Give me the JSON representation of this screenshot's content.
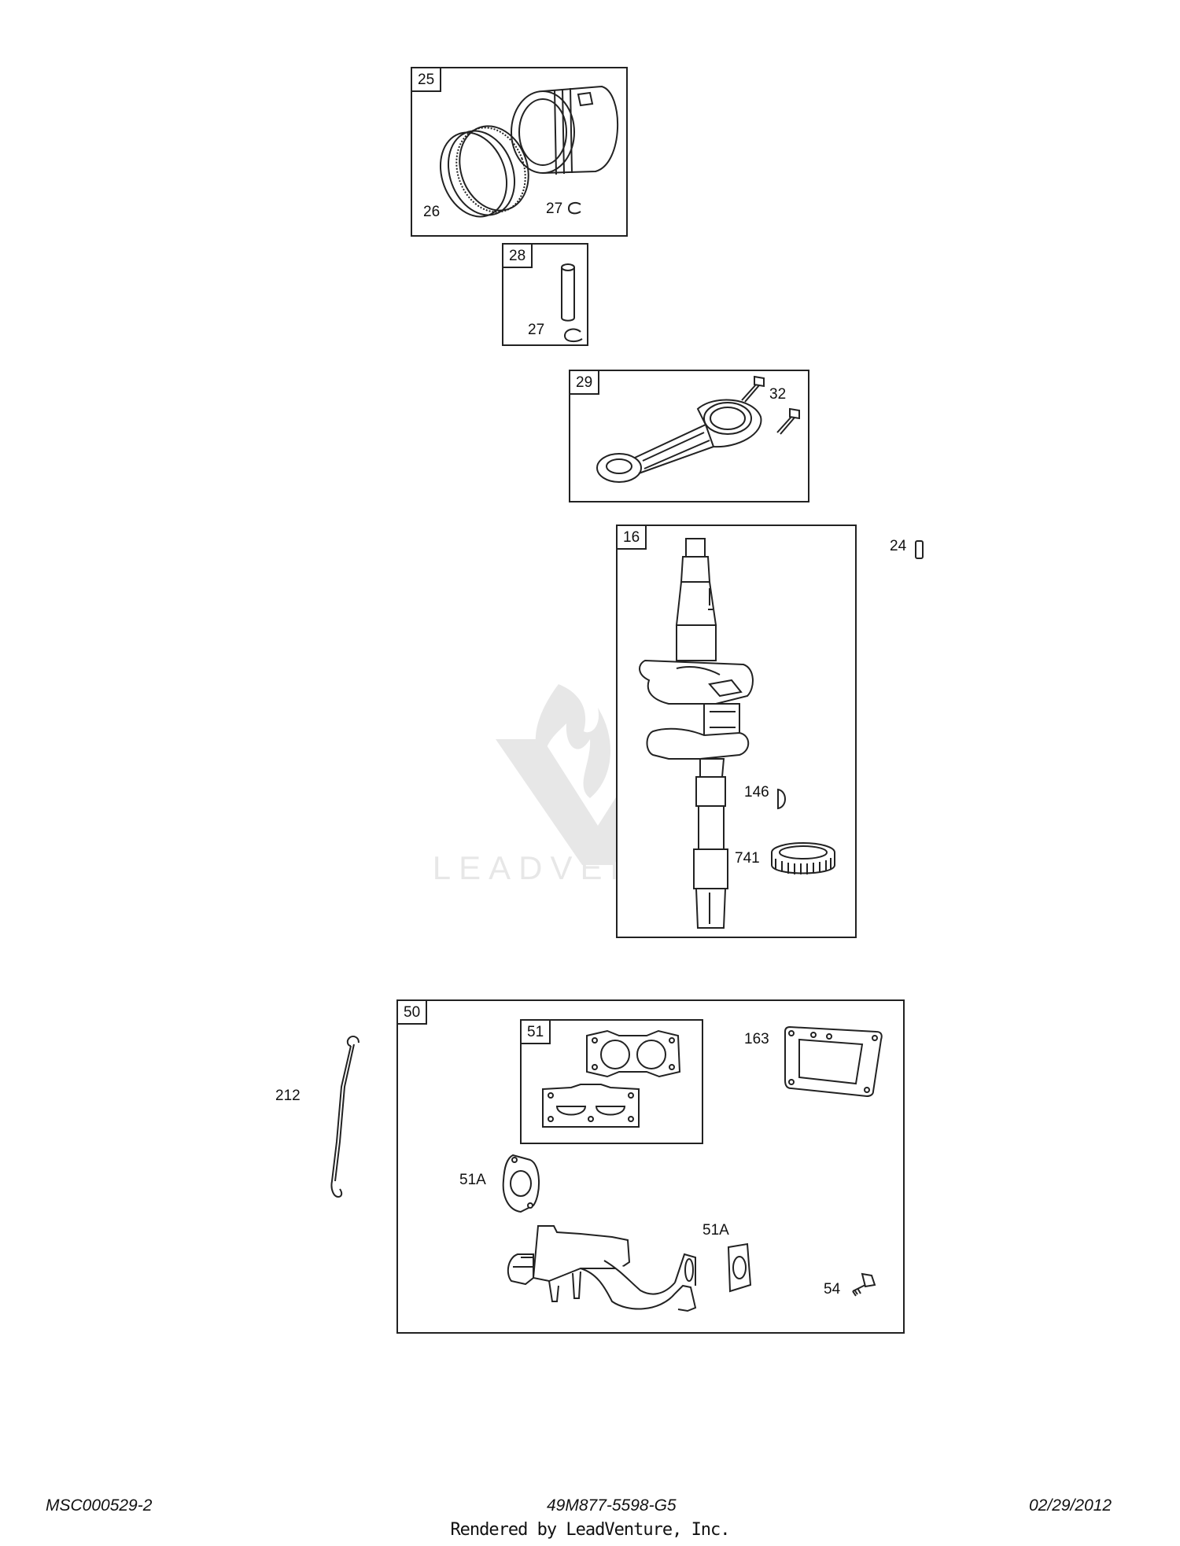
{
  "diagram": {
    "groups": {
      "piston": {
        "ref": "25",
        "callouts": {
          "rings": "26",
          "clip": "27"
        }
      },
      "pin": {
        "ref": "28",
        "callouts": {
          "clip": "27"
        }
      },
      "connecting_rod": {
        "ref": "29",
        "callouts": {
          "bolt": "32"
        }
      },
      "crankshaft": {
        "ref": "16",
        "callouts": {
          "key": "146",
          "gear": "741"
        }
      },
      "gasket_set": {
        "ref": "50",
        "callouts": {
          "head_gasket": "163",
          "intake_gasket_a": "51A",
          "intake_gasket_b": "51A",
          "screw": "54"
        }
      },
      "head_gaskets": {
        "ref": "51"
      }
    },
    "loose_callouts": {
      "dowel": "24",
      "link": "212"
    }
  },
  "watermark": {
    "text": "LEADVENTURE"
  },
  "footer": {
    "left": "MSC000529-2",
    "center": "49M877-5598-G5",
    "right": "02/29/2012",
    "rendered_by": "Rendered by LeadVenture, Inc."
  },
  "colors": {
    "line": "#222222",
    "background": "#ffffff"
  },
  "icons": [
    "piston-icon",
    "piston-ring-icon",
    "retaining-clip-icon",
    "piston-pin-icon",
    "connecting-rod-icon",
    "rod-bolt-icon",
    "crankshaft-icon",
    "woodruff-key-icon",
    "timing-gear-icon",
    "dowel-pin-icon",
    "governor-link-icon",
    "gasket-icon",
    "intake-manifold-icon",
    "screw-icon",
    "watermark-logo-icon"
  ]
}
